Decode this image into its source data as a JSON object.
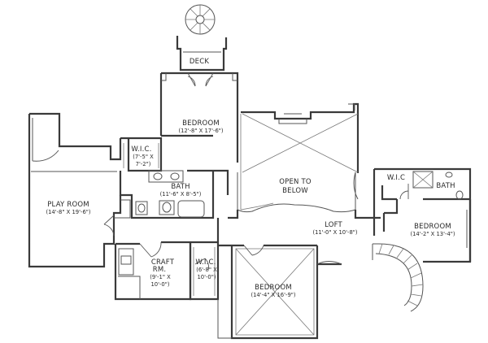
{
  "colors": {
    "ink": "#3a3a3a",
    "background": "#ffffff"
  },
  "rooms": {
    "deck": {
      "name": "DECK"
    },
    "bedroom_top": {
      "name": "BEDROOM",
      "size": "(12'-8\" X 17'-6\")"
    },
    "wic_upper": {
      "name": "W.I.C.",
      "size_line1": "(7'-5\" X",
      "size_line2": "7'-2\")"
    },
    "bath_middle": {
      "name": "BATH",
      "size": "(11'-6\" X 8'-5\")"
    },
    "play_room": {
      "name": "PLAY ROOM",
      "size": "(14'-8\" X 19'-6\")"
    },
    "open_to_below": {
      "line1": "OPEN TO",
      "line2": "BELOW"
    },
    "loft": {
      "name": "LOFT",
      "size": "(11'-0\" X 10'-8\")"
    },
    "wic_right": {
      "name": "W.I.C"
    },
    "bath_right": {
      "name": "BATH"
    },
    "bedroom_right": {
      "name": "BEDROOM",
      "size": "(14'-2\" X 13'-4\")"
    },
    "craft_room": {
      "name_line1": "CRAFT",
      "name_line2": "RM.",
      "size_line1": "(9'-1\" X",
      "size_line2": "10'-0\")"
    },
    "wic_lower": {
      "name": "W.I.C.",
      "size_line1": "(6'-8\" X",
      "size_line2": "10'-0\")"
    },
    "bedroom_bottom": {
      "name": "BEDROOM",
      "size": "(14'-4\" X 16'-9\")"
    }
  }
}
